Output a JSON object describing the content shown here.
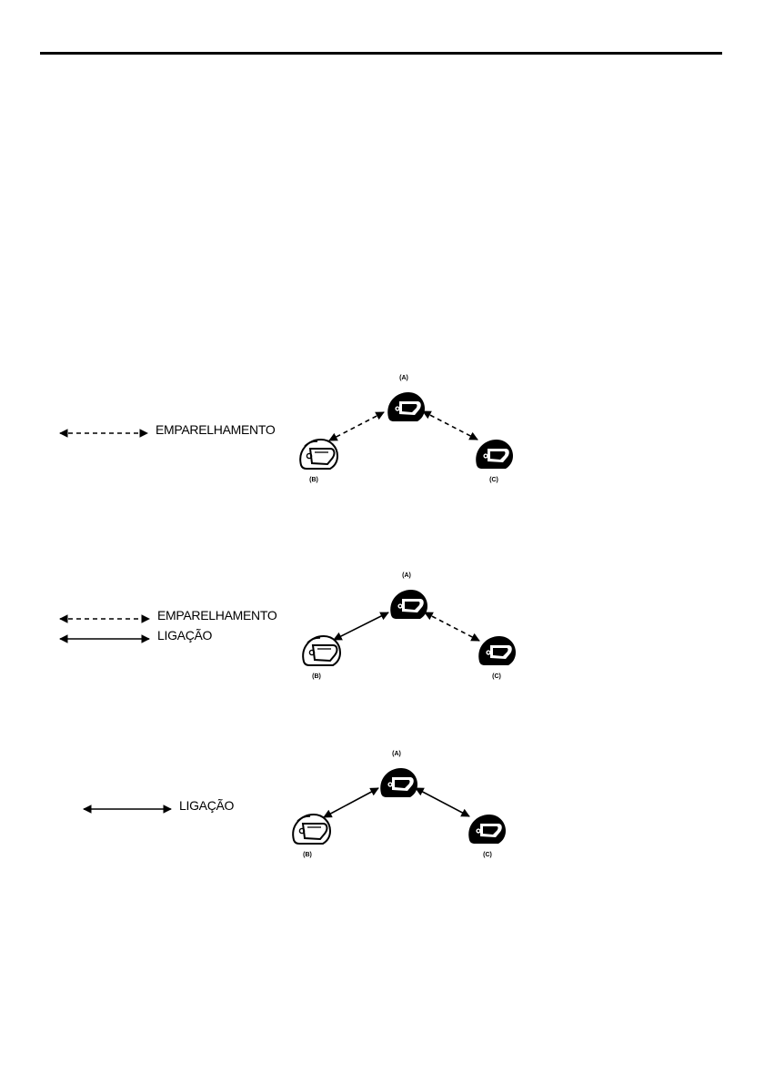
{
  "legend": {
    "pairing": "EMPARELHAMENTO",
    "connection": "LIGAÇÃO"
  },
  "nodes": {
    "a": "(A)",
    "b": "(B)",
    "c": "(C)"
  },
  "diagrams": [
    {
      "links": {
        "a_b": "pairing",
        "a_c": "pairing"
      }
    },
    {
      "links": {
        "a_b": "connection",
        "a_c": "pairing"
      }
    },
    {
      "links": {
        "a_b": "connection",
        "a_c": "connection"
      }
    }
  ],
  "colors": {
    "ink": "#000000",
    "background": "#ffffff"
  },
  "icons": {
    "helmet_dark": "helmet-dark-icon",
    "helmet_outline": "helmet-outline-icon"
  }
}
